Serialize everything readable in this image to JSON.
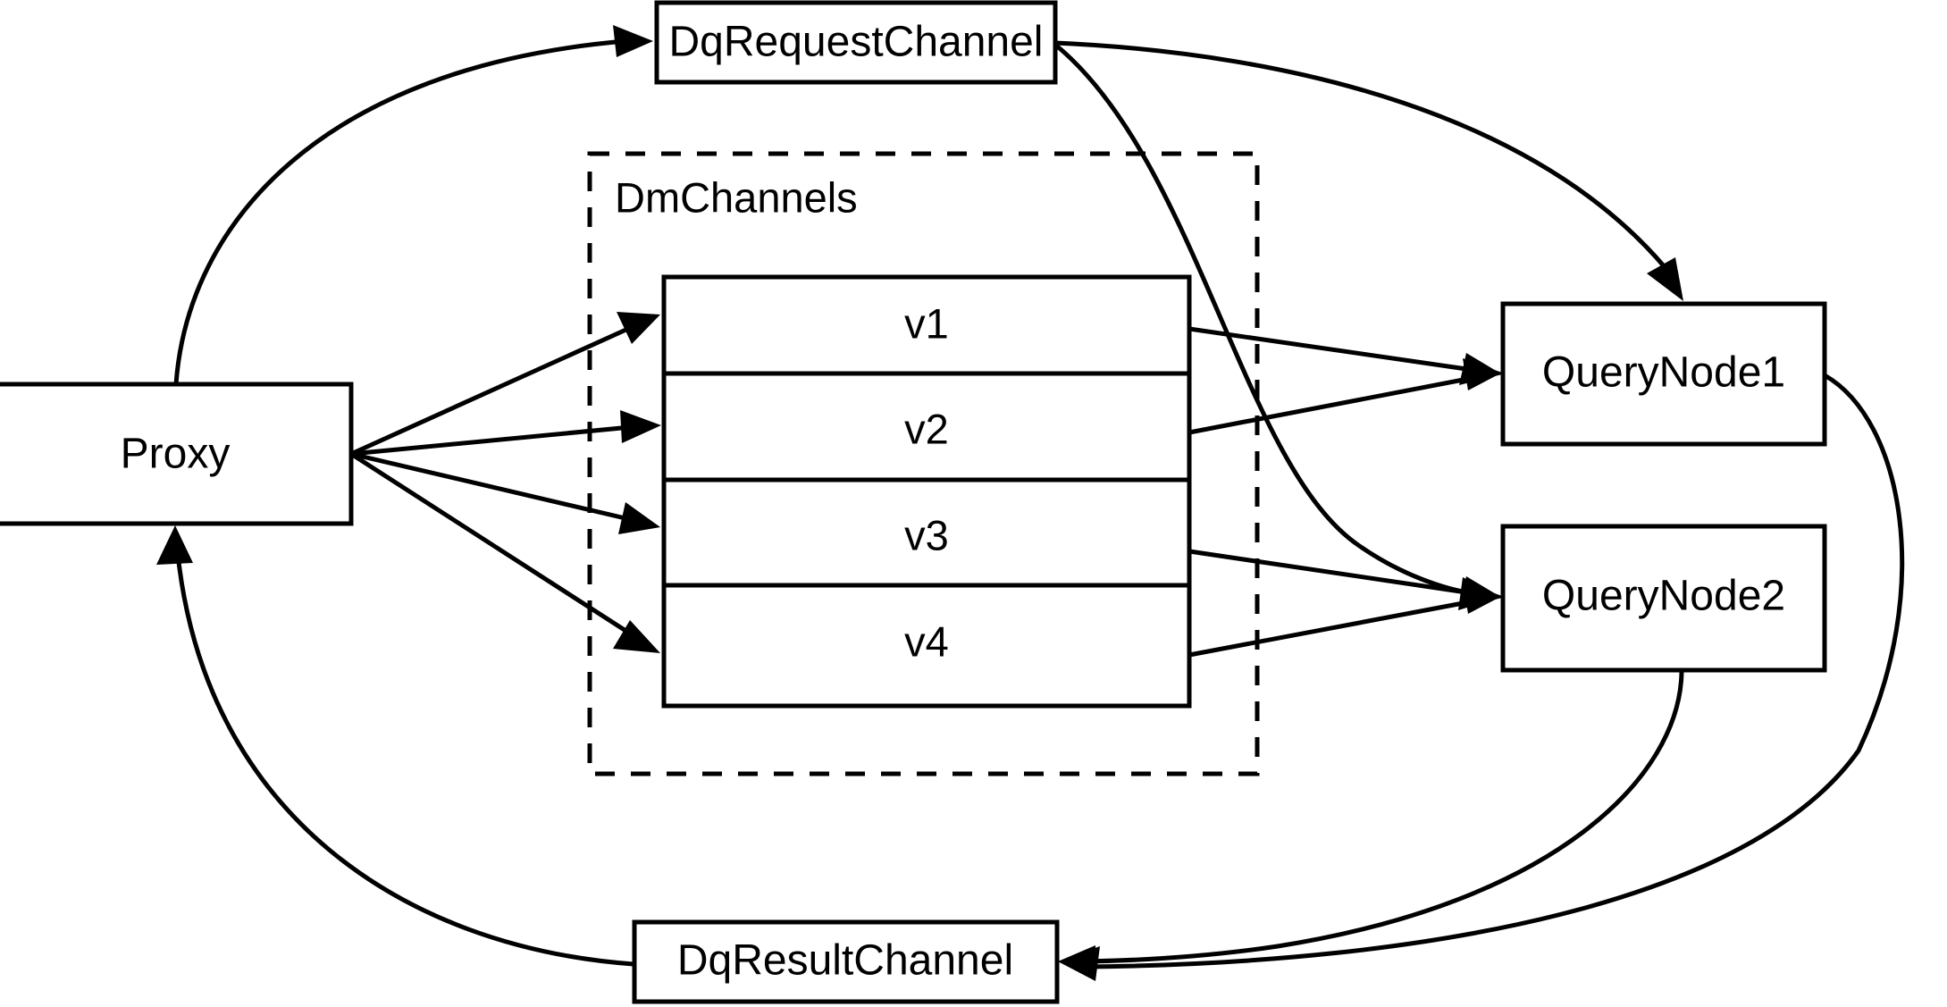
{
  "diagram": {
    "title": "DqRequestChannel / DmChannels / QueryNode dataflow",
    "background_color": "#ffffff",
    "stroke_color": "#000000",
    "nodes": {
      "proxy": {
        "label": "Proxy"
      },
      "dq_request_channel": {
        "label": "DqRequestChannel"
      },
      "dq_result_channel": {
        "label": "DqResultChannel"
      },
      "query_node_1": {
        "label": "QueryNode1"
      },
      "query_node_2": {
        "label": "QueryNode2"
      }
    },
    "group": {
      "label": "DmChannels",
      "slots": [
        {
          "label": "v1"
        },
        {
          "label": "v2"
        },
        {
          "label": "v3"
        },
        {
          "label": "v4"
        }
      ]
    },
    "edges": [
      {
        "from": "Proxy",
        "to": "DqRequestChannel",
        "arrow": true
      },
      {
        "from": "Proxy",
        "to": "v1",
        "arrow": true
      },
      {
        "from": "Proxy",
        "to": "v2",
        "arrow": true
      },
      {
        "from": "Proxy",
        "to": "v3",
        "arrow": true
      },
      {
        "from": "Proxy",
        "to": "v4",
        "arrow": true
      },
      {
        "from": "DqRequestChannel",
        "to": "QueryNode1",
        "arrow": true
      },
      {
        "from": "DqRequestChannel",
        "to": "QueryNode2",
        "arrow": true
      },
      {
        "from": "v1",
        "to": "QueryNode1",
        "arrow": true
      },
      {
        "from": "v2",
        "to": "QueryNode1",
        "arrow": true
      },
      {
        "from": "v3",
        "to": "QueryNode2",
        "arrow": true
      },
      {
        "from": "v4",
        "to": "QueryNode2",
        "arrow": true
      },
      {
        "from": "QueryNode1",
        "to": "DqResultChannel",
        "arrow": true
      },
      {
        "from": "QueryNode2",
        "to": "DqResultChannel",
        "arrow": true
      },
      {
        "from": "DqResultChannel",
        "to": "Proxy",
        "arrow": true
      }
    ]
  }
}
